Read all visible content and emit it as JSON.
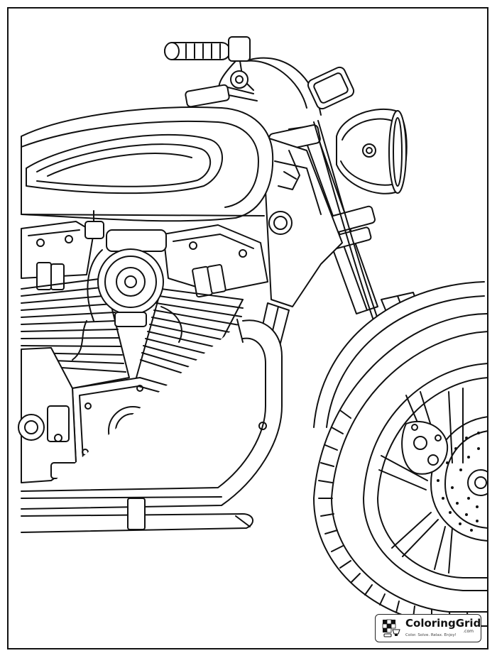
{
  "page": {
    "subject": "motorcycle-front-section",
    "colors": {
      "ink": "#111111",
      "paper": "#ffffff"
    }
  },
  "brand": {
    "name": "ColoringGrid",
    "domain": ".com",
    "tagline": "Color. Solve. Relax. Enjoy!",
    "logo_icon": "checker-grid-trophy-icon"
  }
}
